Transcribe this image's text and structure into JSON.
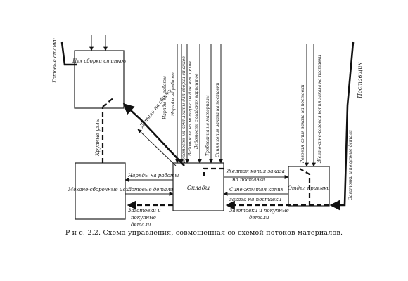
{
  "nodes": {
    "assembly_shop": "Цех сборки станков",
    "mech_shop": "Механо-сборочные цеха",
    "warehouses": "Склады",
    "reception": "Отдел приемки"
  },
  "side_labels": {
    "finished_machines": "Готовые станки",
    "suppliers": "Поставщик",
    "blanks_purchased_right": "Заготовки и покупные детали"
  },
  "flows": {
    "parts_to_assembly": "Детали на сборку",
    "large_units": "Крупные узлы",
    "orders_to_work_1": "Наряды на работы",
    "orders_to_work_2": "Наряды на работы",
    "vedomost_1": "Ведомость на комплекты для сборки станков",
    "vedomost_2": "Ведомость на материалы для мех. цехов",
    "vedomost_3": "Ведомость складских вариантов",
    "requirements": "Требования на материалы",
    "blue_copy": "Синяя копия заказа на поставки",
    "pink_copy_vertical": "Розовая копия заказа на поставки",
    "yellow_blue_vertical": "Желто-сине-розовая копия заказа на поставки",
    "work_orders_h": "Наряды на работы",
    "finished_parts": "Готовые детали",
    "yellow_copy_line1": "Желтая копия заказа",
    "yellow_copy_line2": "на поставки",
    "blue_yellow_line1": "Сине-желтая копия",
    "blue_yellow_line2": "заказа на поставки",
    "blanks_warehouse_line1": "Заготовки и покупные",
    "blanks_warehouse_line2": "детали",
    "blanks_mech_line1": "Заготовки и",
    "blanks_mech_line2": "покупные",
    "blanks_mech_line3": "детали"
  },
  "caption": "Р и с. 2.2. Схема управления, совмещенная со схемой потоков материалов."
}
